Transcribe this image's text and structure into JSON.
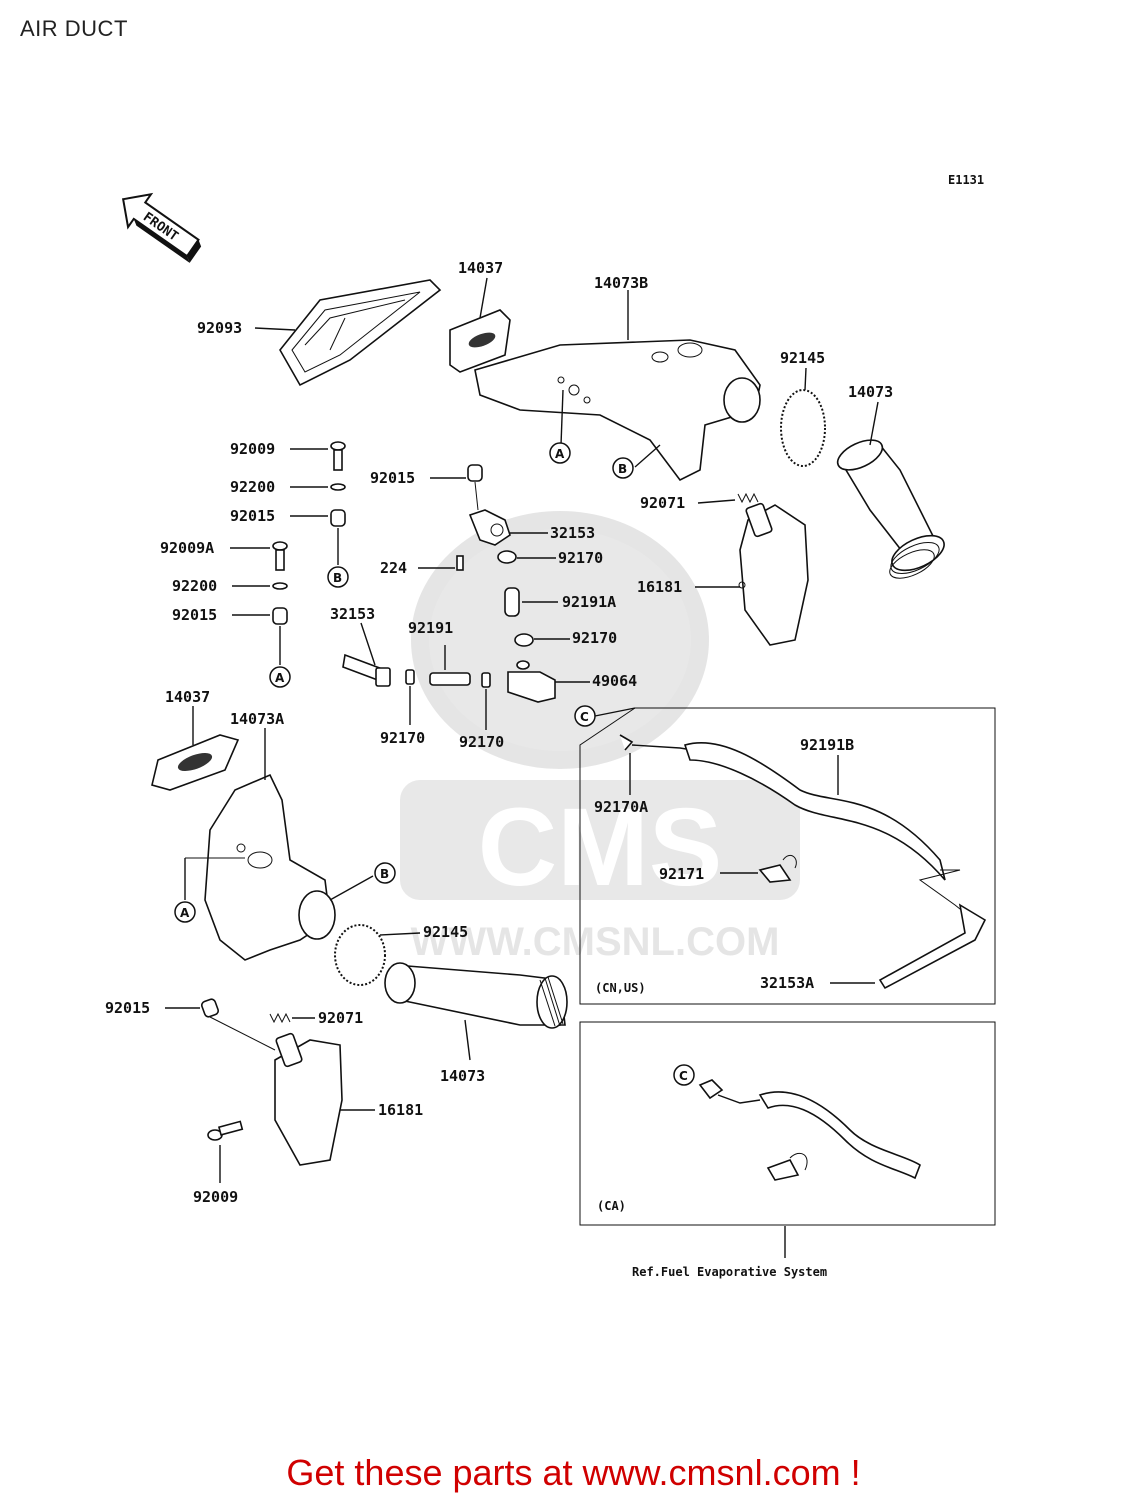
{
  "title": "AIR DUCT",
  "diagram_code": "E1131",
  "front_arrow_text": "FRONT",
  "watermark": "WWW.CMSNL.COM",
  "watermark_logo": "CMS",
  "labels": {
    "p92093": "92093",
    "p14037_top": "14037",
    "p14073B": "14073B",
    "p92145_top": "92145",
    "p14073_top": "14073",
    "p92009_a": "92009",
    "p92200_a": "92200",
    "p92015_a": "92015",
    "p92009A": "92009A",
    "p92200_b": "92200",
    "p92015_b": "92015",
    "p92015_c": "92015",
    "p32153_a": "32153",
    "p224": "224",
    "p92170_a": "92170",
    "p92071_top": "92071",
    "p16181_top": "16181",
    "p92191A": "92191A",
    "p32153_b": "32153",
    "p92191": "92191",
    "p92170_b": "92170",
    "p49064": "49064",
    "p92170_c": "92170",
    "p92170_d": "92170",
    "p14037_left": "14037",
    "p14073A": "14073A",
    "p92191B": "92191B",
    "p92170A": "92170A",
    "p92171": "92171",
    "p92145_bottom": "92145",
    "p92015_d": "92015",
    "p92071_bottom": "92071",
    "p32153A": "32153A",
    "p14073_bottom": "14073",
    "p16181_bottom": "16181",
    "p92009_b": "92009"
  },
  "callouts": {
    "A": "A",
    "B": "B",
    "C": "C"
  },
  "region_labels": {
    "cn_us": "(CN,US)",
    "ca": "(CA)"
  },
  "reference_note": "Ref.Fuel Evaporative System",
  "footer": "Get these parts at www.cmsnl.com !"
}
